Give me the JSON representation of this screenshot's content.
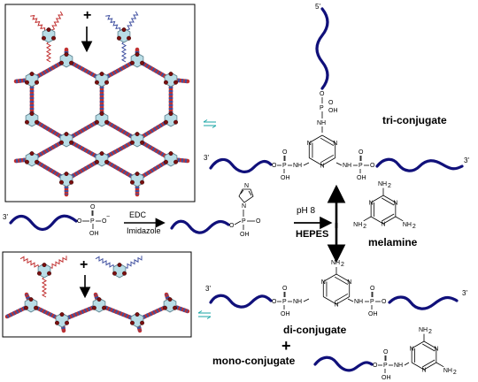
{
  "labels": {
    "plus_top": "+",
    "plus_bottom": "+",
    "plus_right": "+",
    "three_prime": "3'",
    "five_prime": "5'",
    "tri_conjugate": "tri-conjugate",
    "di_conjugate": "di-conjugate",
    "mono_conjugate": "mono-conjugate",
    "melamine": "melamine",
    "edc": "EDC",
    "imidazole": "Imidazole",
    "ph": "pH 8",
    "hepes": "HEPES"
  },
  "chem": {
    "O": "O",
    "OH": "OH",
    "P": "P",
    "NH": "NH",
    "NH2": "NH",
    "N": "N",
    "sub2": "2",
    "minus": "−"
  },
  "colors": {
    "strand": "#10107a",
    "node_fill": "#b9dde6",
    "node_dot": "#7a1010",
    "equilibrium_arrow": "#1aa6a6",
    "arm_red": "#c03030",
    "arm_blue": "#4050a0"
  },
  "icons": {
    "equilibrium": "equilibrium-arrow-icon",
    "reaction": "reaction-arrow-icon"
  }
}
